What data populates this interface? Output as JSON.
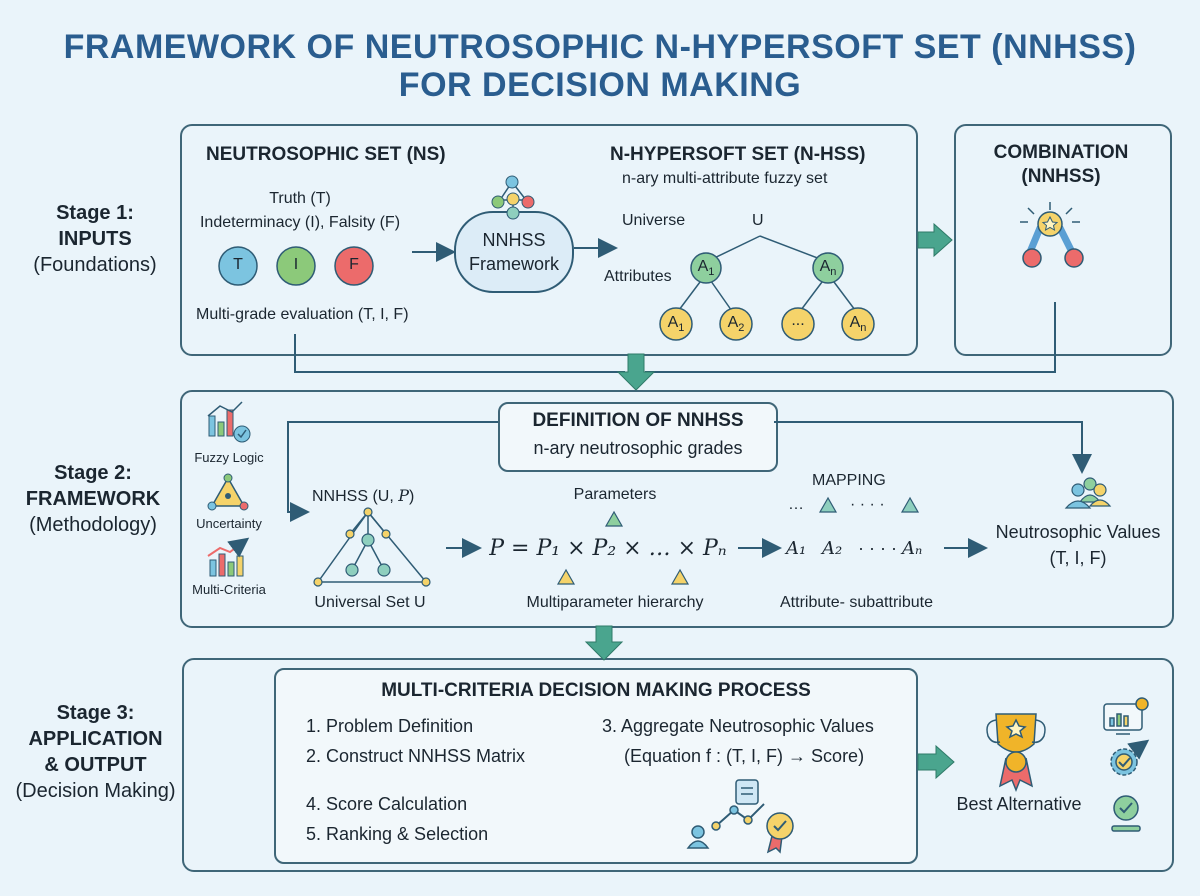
{
  "title": {
    "line1": "FRAMEWORK OF NEUTROSOPHIC N-HYPERSOFT SET (NNHSS)",
    "line2": "FOR DECISION MAKING"
  },
  "stage1": {
    "label": "Stage 1:",
    "name": "INPUTS",
    "sub": "(Foundations)",
    "ns_title": "NEUTROSOPHIC SET (NS)",
    "truth": "Truth (T)",
    "indet": "Indeterminacy (I), Falsity (F)",
    "circles": [
      "T",
      "I",
      "F"
    ],
    "multigrade": "Multi-grade evaluation (T, I, F)",
    "framework_line1": "NNHSS",
    "framework_line2": "Framework",
    "nhss_title": "N-HYPERSOFT SET (N-HSS)",
    "nhss_sub": "n-ary multi-attribute fuzzy set",
    "universe": "Universe",
    "u": "U",
    "attributes": "Attributes",
    "attr_top": [
      "A",
      "A"
    ],
    "attr_top_sub": [
      "1",
      "n"
    ],
    "attr_leaves": [
      "A",
      "A",
      "...",
      "A"
    ],
    "attr_leaves_sub": [
      "1",
      "2",
      "",
      "n"
    ],
    "combo_line1": "COMBINATION",
    "combo_line2": "(NNHSS)"
  },
  "stage2": {
    "label": "Stage 2:",
    "name": "FRAMEWORK",
    "sub": "(Methodology)",
    "icons": [
      "Fuzzy Logic",
      "Uncertainty",
      "Multi-Criteria"
    ],
    "def_title": "DEFINITION OF NNHSS",
    "def_sub": "n-ary neutrosophic grades",
    "nnhss": "NNHSS (U, ",
    "nnhss_p": "P",
    "nnhss_close": ")",
    "universal": "Universal Set U",
    "parameters": "Parameters",
    "equation": "P = P₁ × P₂ × … × Pₙ",
    "hierarchy": "Multiparameter hierarchy",
    "mapping": "MAPPING",
    "mapping_dots": "…",
    "mapping_dots2": "· · · ·",
    "map_attrs": [
      "A₁",
      "A₂",
      "· · · ·",
      "Aₙ"
    ],
    "attr_sub": "Attribute- subattribute",
    "neutro_line1": "Neutrosophic Values",
    "neutro_line2": "(T, I, F)"
  },
  "stage3": {
    "label": "Stage 3:",
    "name1": "APPLICATION",
    "name2": "& OUTPUT",
    "sub": "(Decision Making)",
    "mcdm_title": "MULTI-CRITERIA DECISION MAKING PROCESS",
    "steps": [
      "1. Problem Definition",
      "2. Construct NNHSS Matrix",
      "4. Score Calculation",
      "5. Ranking & Selection"
    ],
    "step3": "3. Aggregate Neutrosophic Values",
    "step3_eq": "(Equation f : (T, I, F)  → Score)",
    "best": "Best Alternative"
  },
  "colors": {
    "title": "#2a5d8f",
    "border": "#3f6678",
    "arrow": "#4aa58e",
    "truth": "#7cc4e0",
    "indet": "#8cc97a",
    "falsity": "#ec6b6b",
    "gold": "#f5d36a",
    "teal": "#8ecfbe"
  }
}
